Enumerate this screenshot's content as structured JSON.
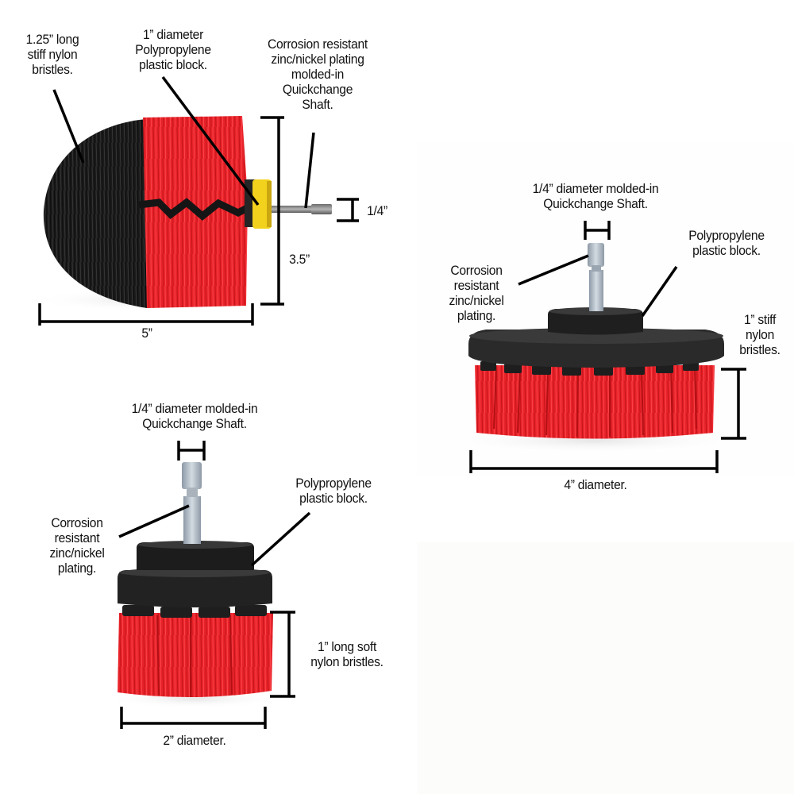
{
  "colors": {
    "bristle_red": "#e8232a",
    "bristle_black": "#1a1a1a",
    "block_black": "#262626",
    "block_yellow": "#f2d21c",
    "shaft_metal": "#a9b4bf",
    "annotation_line": "#000000",
    "background": "#ffffff"
  },
  "brushes": [
    {
      "id": "drill-brush-large-round",
      "annotations": {
        "bristles": [
          "1.25” long",
          "stiff nylon",
          "bristles."
        ],
        "block": [
          "1” diameter",
          "Polypropylene",
          "plastic block."
        ],
        "shaft": [
          "Corrosion resistant",
          "zinc/nickel plating",
          "molded-in",
          "Quickchange",
          "Shaft."
        ]
      },
      "dimensions": {
        "width": "5”",
        "height": "3.5”",
        "shaft": "1/4”"
      }
    },
    {
      "id": "drill-brush-4in-flat",
      "annotations": {
        "shaft": [
          "1/4” diameter molded-in",
          "Quickchange Shaft."
        ],
        "block": [
          "Polypropylene",
          "plastic block."
        ],
        "plating": [
          "Corrosion",
          "resistant",
          "zinc/nickel",
          "plating."
        ],
        "bristles": [
          "1” stiff",
          "nylon",
          "bristles."
        ]
      },
      "dimensions": {
        "diameter": "4” diameter."
      }
    },
    {
      "id": "drill-brush-2in-flat",
      "annotations": {
        "shaft": [
          "1/4” diameter molded-in",
          "Quickchange Shaft."
        ],
        "block": [
          "Polypropylene",
          "plastic block."
        ],
        "plating": [
          "Corrosion",
          "resistant",
          "zinc/nickel",
          "plating."
        ],
        "bristles": [
          "1” long soft",
          "nylon bristles."
        ]
      },
      "dimensions": {
        "diameter": "2” diameter."
      }
    }
  ]
}
